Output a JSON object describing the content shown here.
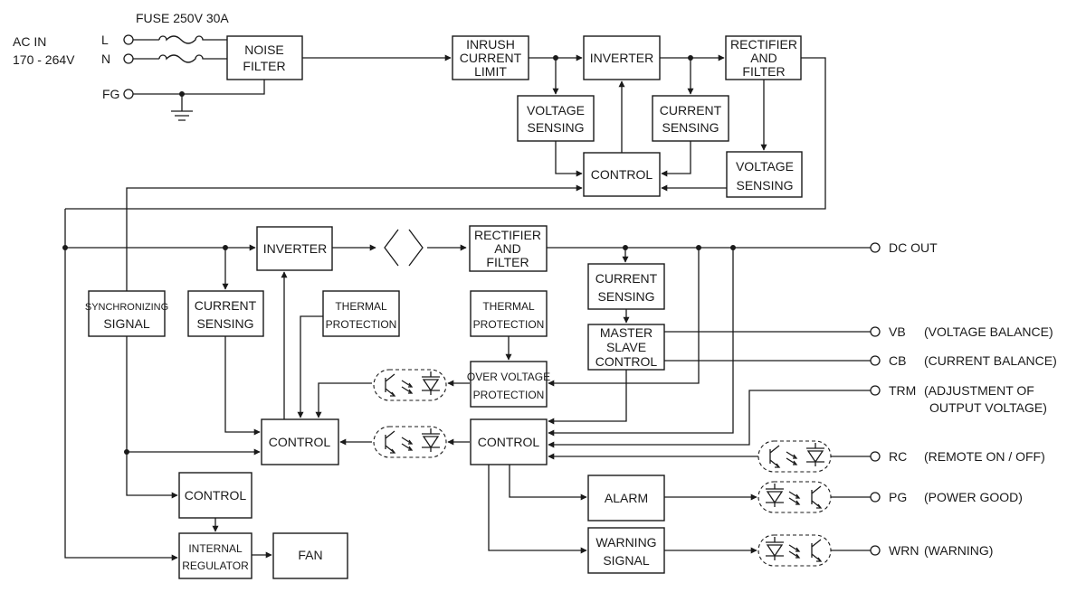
{
  "input": {
    "fuse_label": "FUSE 250V 30A",
    "ac_in_line1": "AC IN",
    "ac_in_line2": "170 - 264V",
    "l": "L",
    "n": "N",
    "fg": "FG"
  },
  "blocks": {
    "noise_filter": [
      "NOISE",
      "FILTER"
    ],
    "inrush_current_limit": [
      "INRUSH",
      "CURRENT",
      "LIMIT"
    ],
    "primary_inverter": [
      "INVERTER"
    ],
    "primary_rectifier_filter": [
      "RECTIFIER",
      "AND",
      "FILTER"
    ],
    "primary_voltage_sensing": [
      "VOLTAGE",
      "SENSING"
    ],
    "primary_current_sensing": [
      "CURRENT",
      "SENSING"
    ],
    "primary_control": [
      "CONTROL"
    ],
    "primary_output_voltage_sensing": [
      "VOLTAGE",
      "SENSING"
    ],
    "main_inverter": [
      "INVERTER"
    ],
    "main_rectifier_filter": [
      "RECTIFIER",
      "AND",
      "FILTER"
    ],
    "synchronizing_signal": [
      "SYNCHRONIZING",
      "SIGNAL"
    ],
    "main_current_sensing": [
      "CURRENT",
      "SENSING"
    ],
    "thermal_protection_left": [
      "THERMAL",
      "PROTECTION"
    ],
    "thermal_protection_right": [
      "THERMAL",
      "PROTECTION"
    ],
    "output_current_sensing": [
      "CURRENT",
      "SENSING"
    ],
    "master_slave_control": [
      "MASTER",
      "SLAVE",
      "CONTROL"
    ],
    "over_voltage_protection": [
      "OVER VOLTAGE",
      "PROTECTION"
    ],
    "main_control_left": [
      "CONTROL"
    ],
    "main_control_right": [
      "CONTROL"
    ],
    "fan_control": [
      "CONTROL"
    ],
    "internal_regulator": [
      "INTERNAL",
      "REGULATOR"
    ],
    "fan": [
      "FAN"
    ],
    "alarm": [
      "ALARM"
    ],
    "warning_signal": [
      "WARNING",
      "SIGNAL"
    ]
  },
  "outputs": {
    "dc_out": "DC OUT",
    "vb": "VB",
    "vb_desc": "(VOLTAGE BALANCE)",
    "cb": "CB",
    "cb_desc": "(CURRENT BALANCE)",
    "trm": "TRM",
    "trm_desc_1": "(ADJUSTMENT OF",
    "trm_desc_2": "OUTPUT VOLTAGE)",
    "rc": "RC",
    "rc_desc": "(REMOTE ON / OFF)",
    "pg": "PG",
    "pg_desc": "(POWER GOOD)",
    "wrn": "WRN",
    "wrn_desc": "(WARNING)"
  }
}
